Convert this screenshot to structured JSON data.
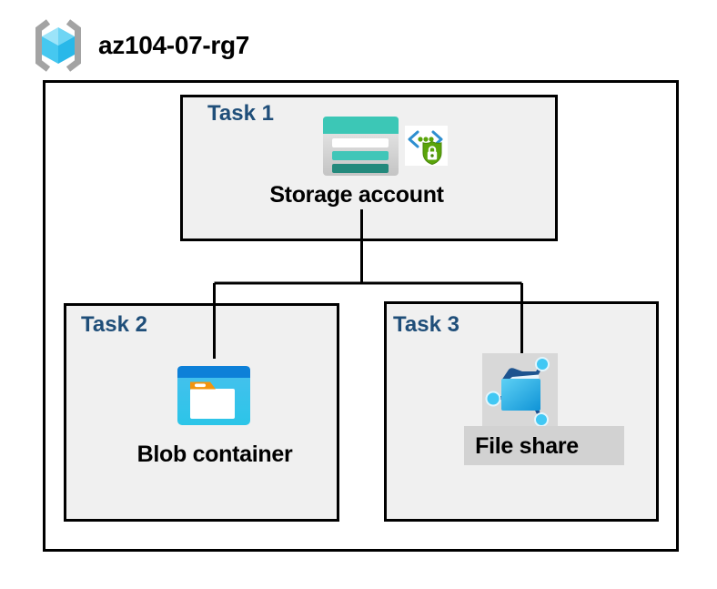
{
  "header": {
    "resource_group": "az104-07-rg7",
    "icon": "resource-group-icon"
  },
  "tasks": [
    {
      "label": "Task 1",
      "entity": "Storage account",
      "icons": [
        "storage-account-icon",
        "secure-access-icon"
      ]
    },
    {
      "label": "Task 2",
      "entity": "Blob container",
      "icons": [
        "blob-container-icon"
      ]
    },
    {
      "label": "Task 3",
      "entity": "File share",
      "icons": [
        "file-share-icon"
      ]
    }
  ],
  "connections": [
    {
      "from": "Storage account",
      "to": "Blob container"
    },
    {
      "from": "Storage account",
      "to": "File share"
    }
  ],
  "colors": {
    "task_label": "#1f4e79",
    "box_fill": "#f0f0f0",
    "border": "#000000",
    "storage_teal": "#3cc7b6",
    "storage_teal_dark": "#23897c",
    "blob_bar_blue": "#0d80d8",
    "blob_body_cyan": "#2cc5ea",
    "folder_tab_orange": "#f2940e",
    "file_icon_bg_gray": "#d8d8d8",
    "file_label_band_gray": "#d2d2d2",
    "shield_green": "#5aa40a",
    "bracket_blue": "#2e8fd0",
    "rg_bracket_gray": "#a3a3a3",
    "rg_cube_cyan": "#46c8f0"
  }
}
